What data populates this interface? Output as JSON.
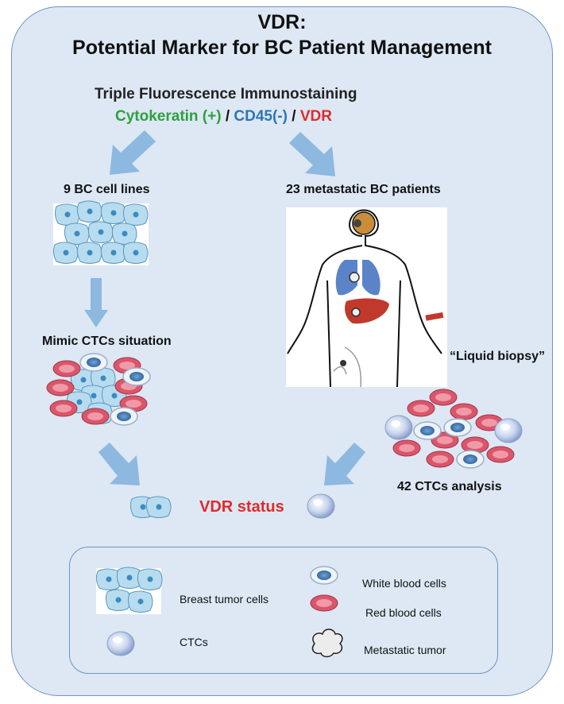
{
  "title": {
    "line1": "VDR:",
    "line2": "Potential Marker for BC Patient Management"
  },
  "staining": {
    "heading": "Triple Fluorescence Immunostaining",
    "marker1": "Cytokeratin (+)",
    "sep1": " / ",
    "marker2": "CD45(-)",
    "sep2": " / ",
    "marker3": "VDR",
    "colors": {
      "cytokeratin": "#2ea040",
      "cd45": "#2e75b6",
      "vdr": "#e02b2b"
    }
  },
  "left_branch": {
    "cell_lines": "9 BC cell lines",
    "mimic": "Mimic CTCs situation"
  },
  "right_branch": {
    "patients": "23 metastatic BC patients",
    "liquid_biopsy": "“Liquid biopsy”",
    "analysis": "42 CTCs analysis"
  },
  "result": {
    "label": "VDR status"
  },
  "legend": {
    "breast_tumor": "Breast tumor cells",
    "ctcs": "CTCs",
    "wbc": "White blood cells",
    "rbc": "Red blood cells",
    "metastatic": "Metastatic tumor"
  }
}
